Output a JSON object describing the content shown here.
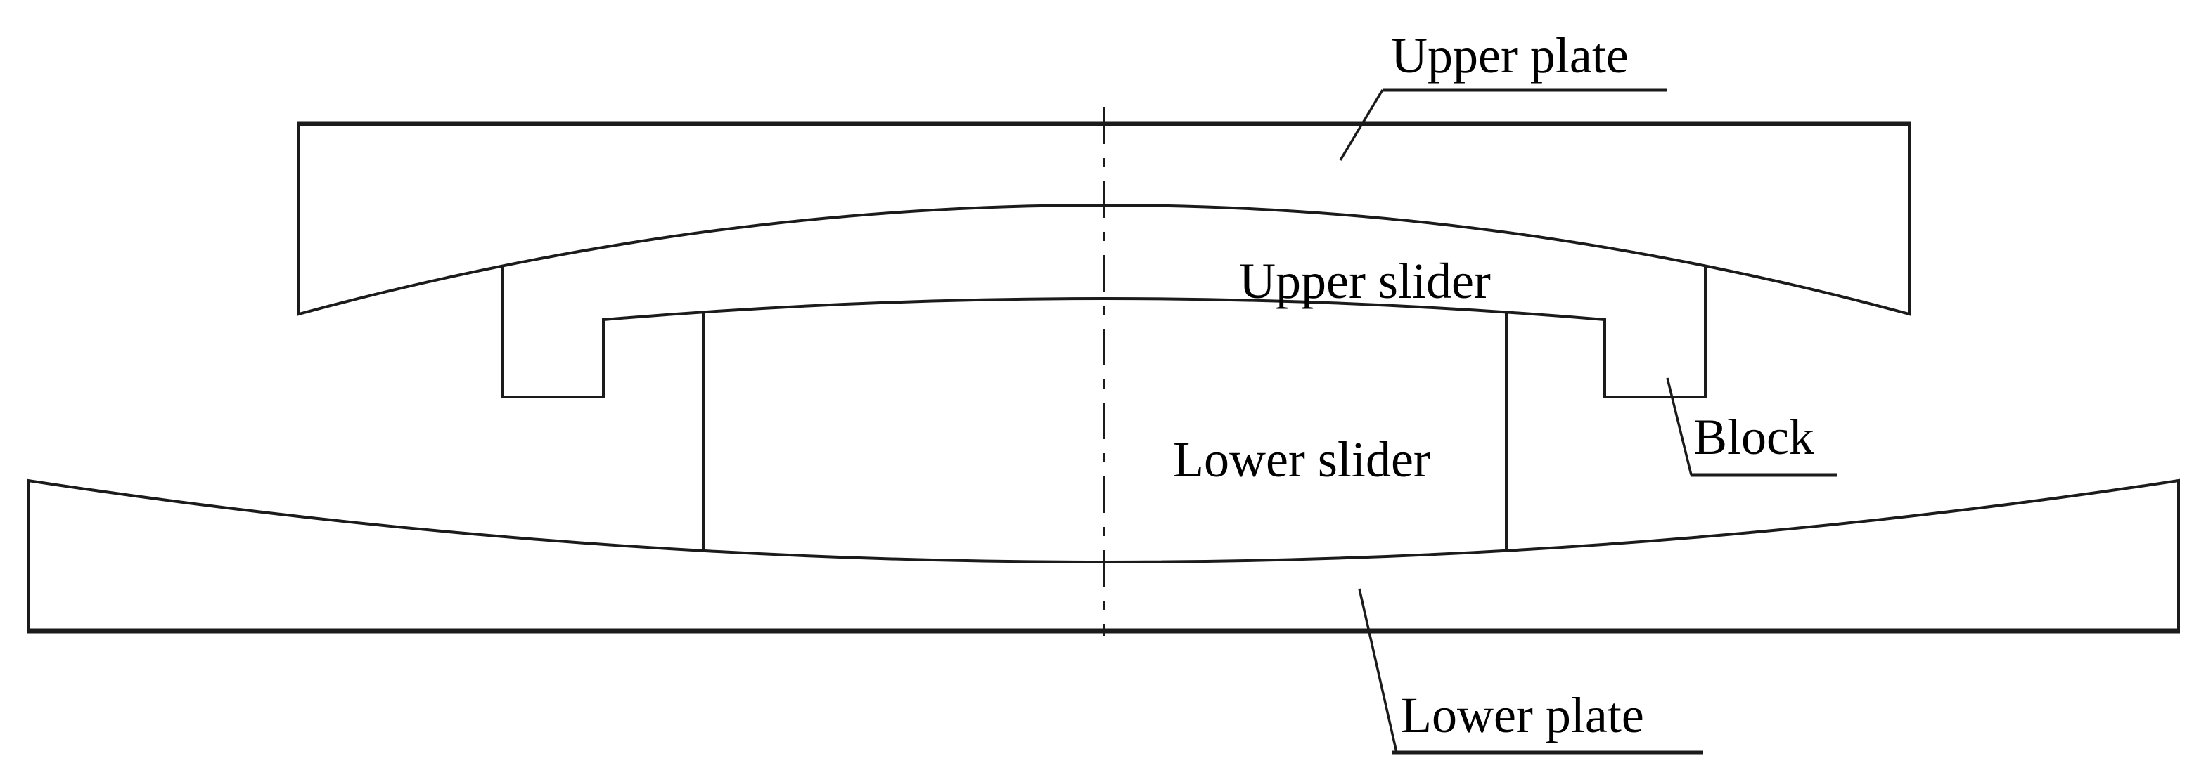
{
  "figure": {
    "background_color": "#ffffff",
    "line_color": "#1b1b1b",
    "text_color": "#000000",
    "labels": {
      "upper_plate": "Upper plate",
      "upper_slider": "Upper slider",
      "lower_slider": "Lower slider",
      "block": "Block",
      "lower_plate": "Lower plate"
    }
  }
}
